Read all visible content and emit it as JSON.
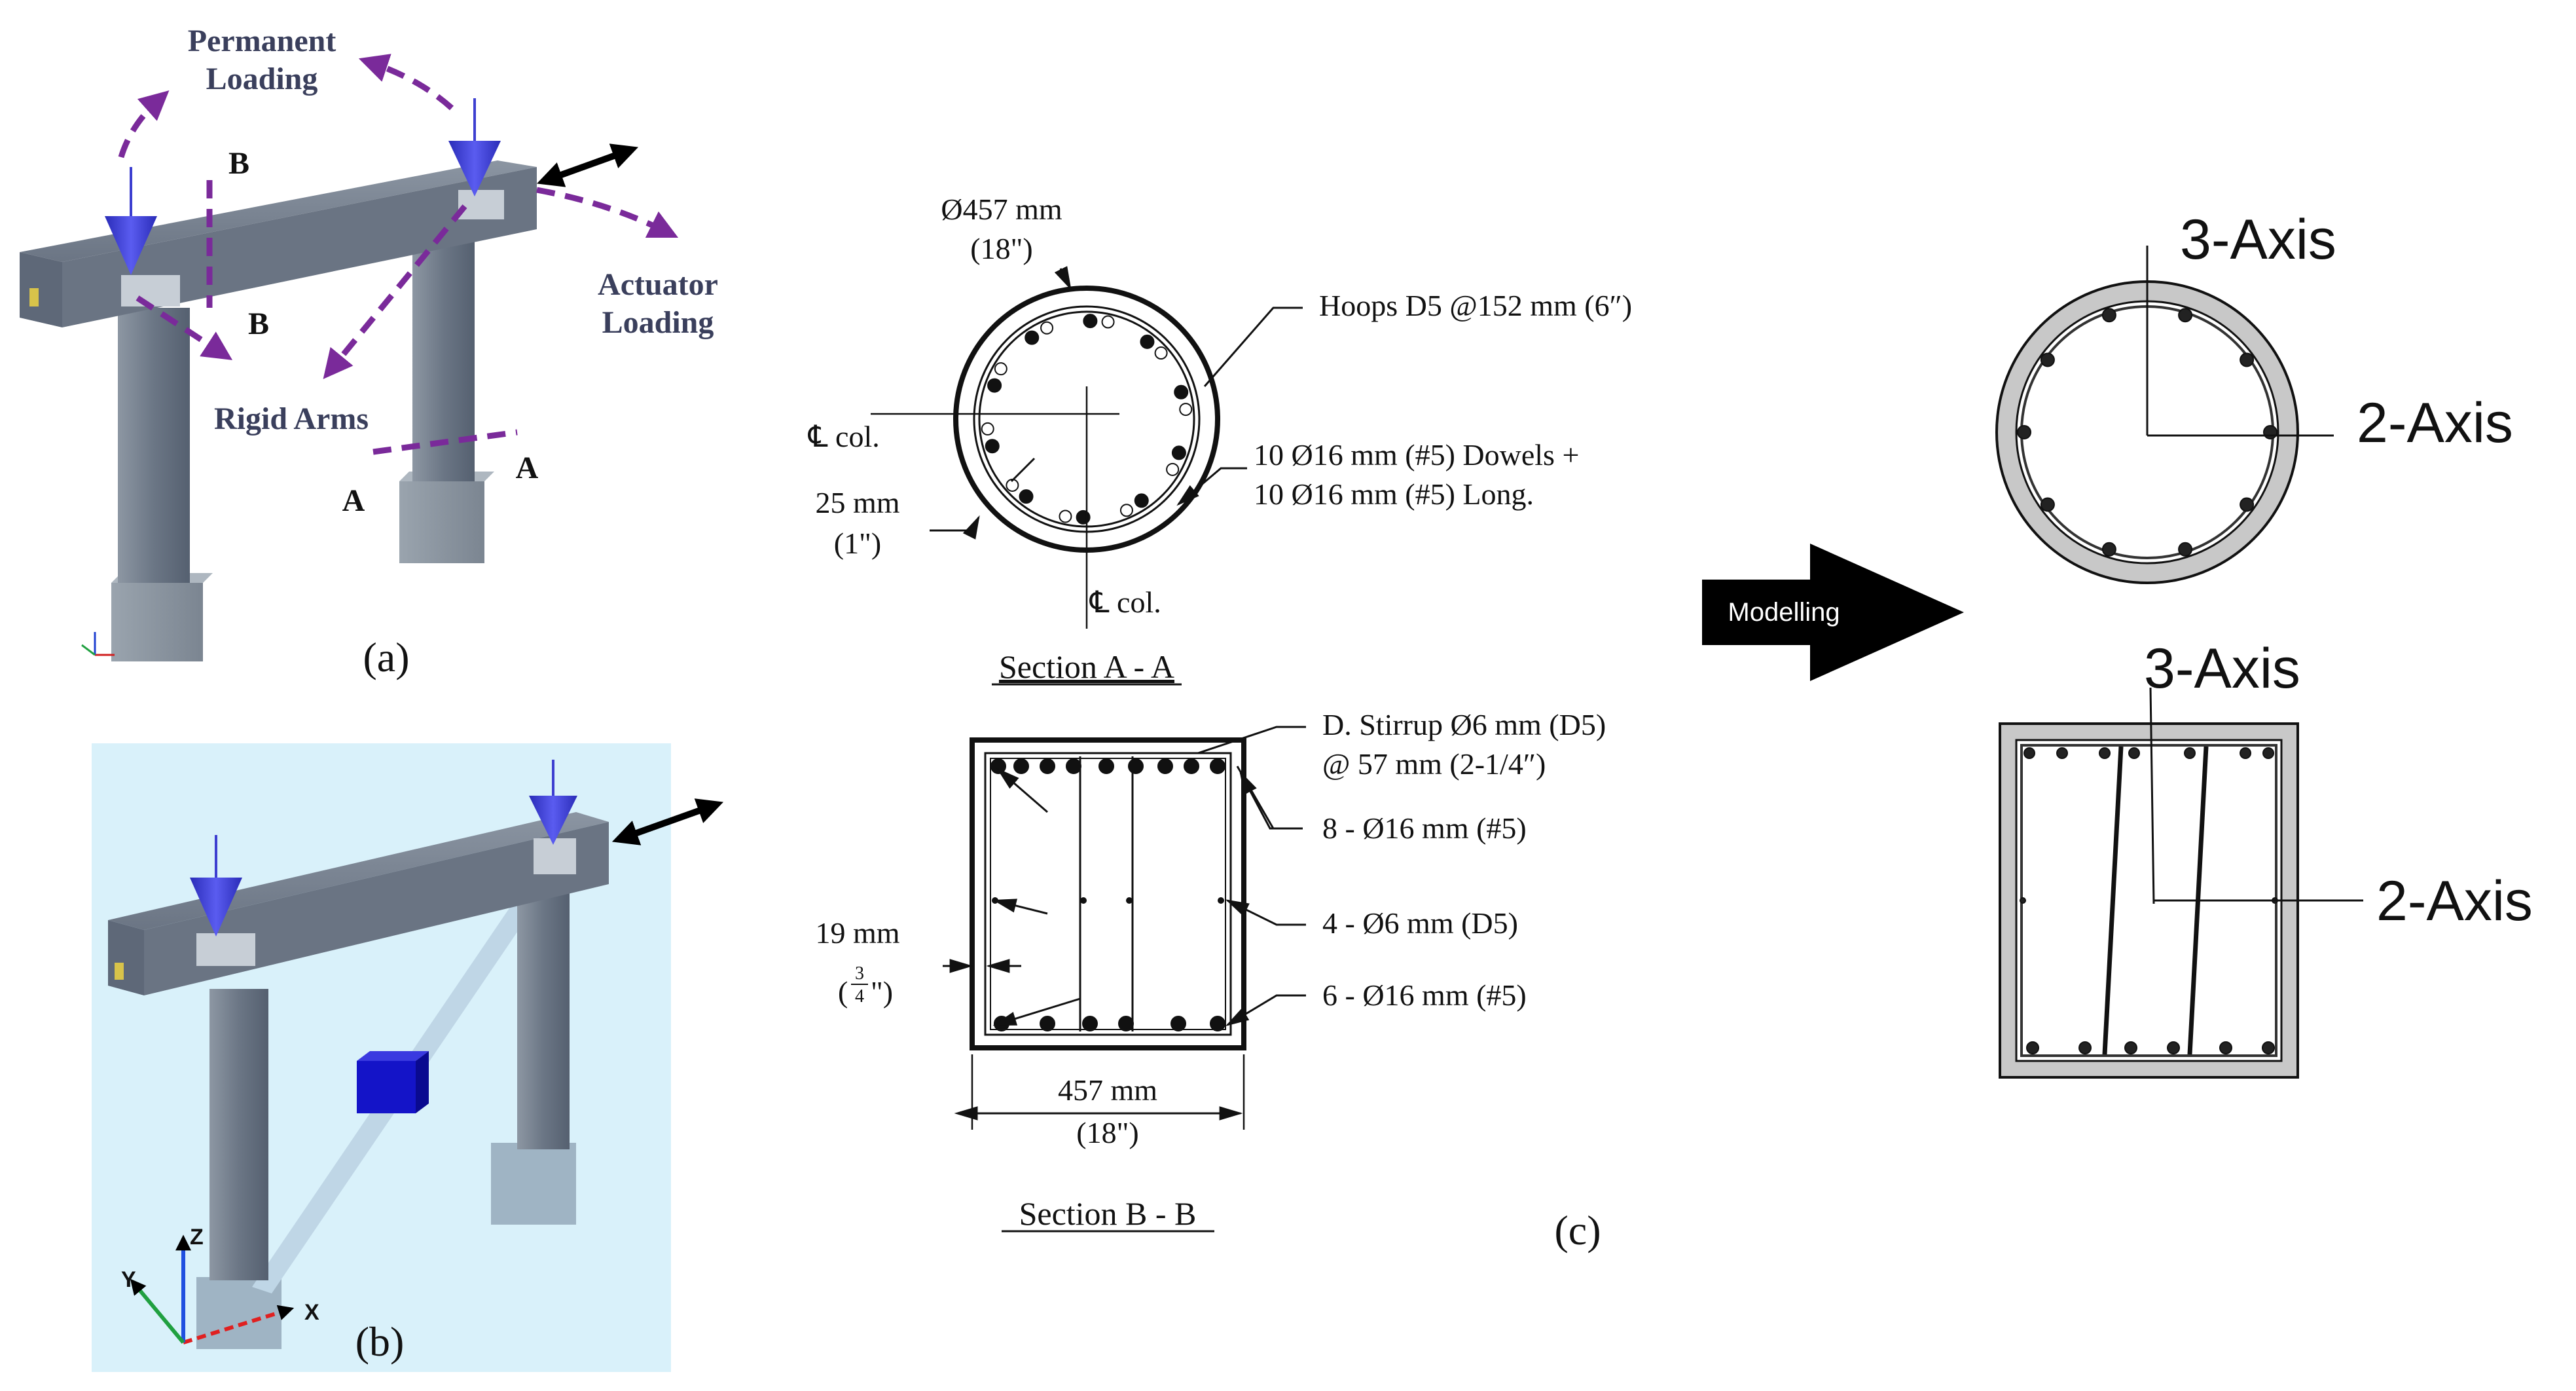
{
  "panel_a": {
    "label": "(a)",
    "permanent_loading": [
      "Permanent",
      "Loading"
    ],
    "actuator_loading": [
      "Actuator",
      "Loading"
    ],
    "rigid_arms": "Rigid Arms",
    "section_a_left": "A",
    "section_a_right": "A",
    "section_b_top": "B",
    "section_b_bottom": "B"
  },
  "panel_b": {
    "label": "(b)",
    "axis_z": "Z",
    "axis_x": "X",
    "axis_y": "Y"
  },
  "panel_c": {
    "label": "(c)",
    "section_aa": {
      "title": "Section A - A",
      "diameter": "Ø457 mm",
      "diameter_in": "(18\")",
      "hoops": "Hoops D5 @152 mm (6″)",
      "cl_col_h": "℄ col.",
      "cl_col_v": "℄ col.",
      "cover": "25 mm",
      "cover_in": "(1\")",
      "bars_line1": "10 Ø16 mm (#5) Dowels +",
      "bars_line2": "10 Ø16 mm (#5) Long."
    },
    "section_bb": {
      "title": "Section B - B",
      "stirrup_line1": "D. Stirrup Ø6 mm (D5)",
      "stirrup_line2": "@ 57 mm (2-1/4″)",
      "top_bars": "8 - Ø16 mm (#5)",
      "side_bars": "4 - Ø6 mm (D5)",
      "bottom_bars": "6 - Ø16 mm (#5)",
      "cover": "19 mm",
      "cover_in_num": "3",
      "cover_in_den": "4",
      "width": "457 mm",
      "width_in": "(18\")"
    },
    "modelling_label": "Modelling",
    "model_circle_axis3": "3-Axis",
    "model_circle_axis2": "2-Axis",
    "model_square_axis3": "3-Axis",
    "model_square_axis2": "2-Axis"
  },
  "colors": {
    "purple_arrow": "#7a2a9a",
    "concrete": "#6b7685",
    "cone_blue": "#3d3fd0",
    "panel_b_bg": "#d9f1fa",
    "model_cover": "#c8c8c8"
  }
}
